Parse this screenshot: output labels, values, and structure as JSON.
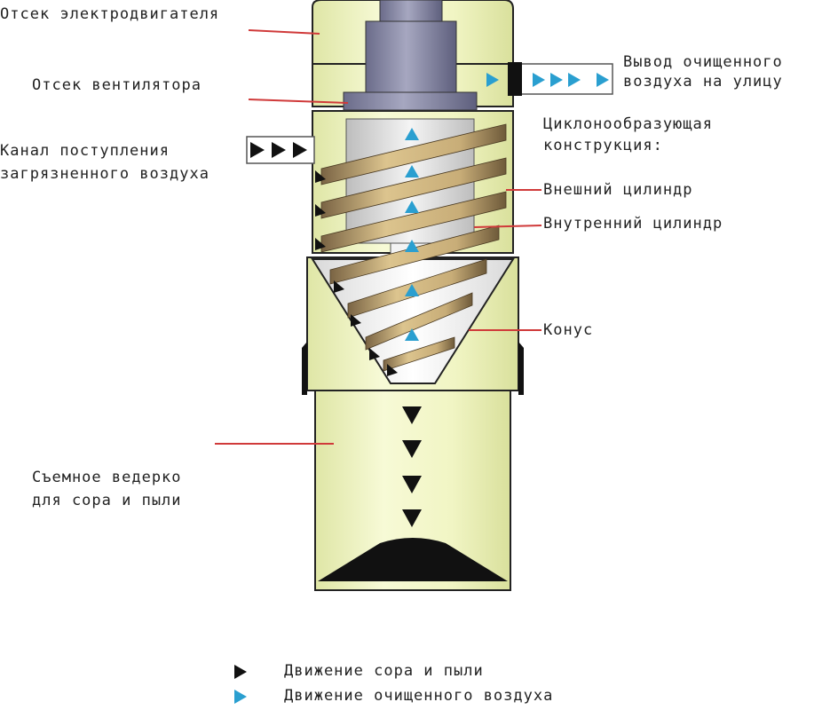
{
  "labels": {
    "motor": "Отсек электродвигателя",
    "fan": "Отсек вентилятора",
    "inlet_line1": "Канал поступления",
    "inlet_line2": "загрязненного воздуха",
    "outlet_line1": "Вывод очищенного",
    "outlet_line2": "воздуха на улицу",
    "cyclone_line1": "Циклонообразующая",
    "cyclone_line2": "конструкция:",
    "outer_cylinder": "Внешний цилиндр",
    "inner_cylinder": "Внутренний цилиндр",
    "cone": "Конус",
    "bin_line1": "Съемное ведерко",
    "bin_line2": "для сора и пыли"
  },
  "legend": {
    "dust": "Движение сора и пыли",
    "clean_air": "Движение очищенного воздуха"
  },
  "colors": {
    "body_fill": "#f4f8c8",
    "body_stroke": "#222222",
    "motor_fill": "#8e8faa",
    "motor_dark": "#6a6b88",
    "leader_line": "#d03a3a",
    "dust_arrow": "#111111",
    "air_arrow": "#2a9fd0",
    "spiral_light": "#d8c089",
    "spiral_dark": "#6e5a3a",
    "inner_cylinder": "#e0e0e0"
  }
}
